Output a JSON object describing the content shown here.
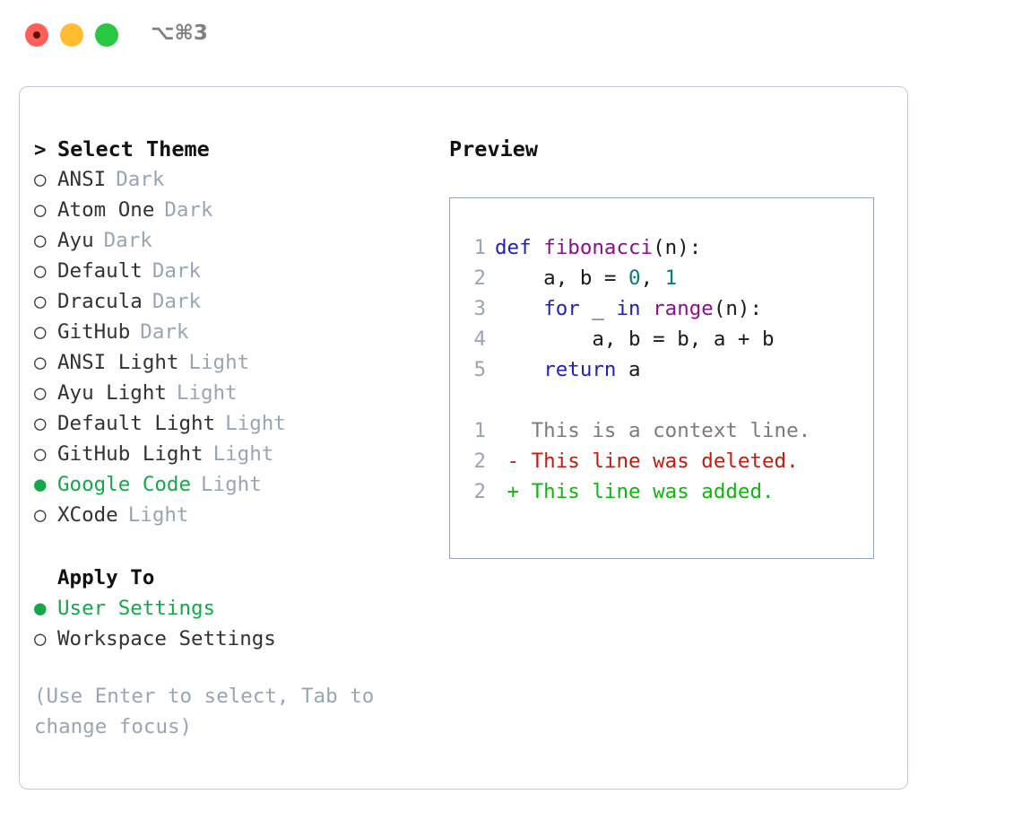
{
  "titlebar": {
    "shortcut": "⌥⌘3",
    "lights": [
      {
        "name": "close",
        "color": "#ff5f57"
      },
      {
        "name": "minimize",
        "color": "#febc2e"
      },
      {
        "name": "maximize",
        "color": "#28c840"
      }
    ]
  },
  "colors": {
    "accent_green": "#14a84a",
    "muted": "#9aa5b4",
    "text": "#323232",
    "border": "#c2c9d4",
    "preview_border": "#9aa5b4",
    "keyword": "#1f1fba",
    "function": "#8b0f8b",
    "number": "#0a7b7b",
    "diff_context": "#7b7b7b",
    "diff_deleted": "#c41a0f",
    "diff_added": "#11b50f"
  },
  "theme_picker": {
    "prompt": ">",
    "title": "Select Theme",
    "items": [
      {
        "marker": "○",
        "label": "ANSI",
        "tag": "Dark",
        "selected": false
      },
      {
        "marker": "○",
        "label": "Atom One",
        "tag": "Dark",
        "selected": false
      },
      {
        "marker": "○",
        "label": "Ayu",
        "tag": "Dark",
        "selected": false
      },
      {
        "marker": "○",
        "label": "Default",
        "tag": "Dark",
        "selected": false
      },
      {
        "marker": "○",
        "label": "Dracula",
        "tag": "Dark",
        "selected": false
      },
      {
        "marker": "○",
        "label": "GitHub",
        "tag": "Dark",
        "selected": false
      },
      {
        "marker": "○",
        "label": "ANSI Light",
        "tag": "Light",
        "selected": false
      },
      {
        "marker": "○",
        "label": "Ayu Light",
        "tag": "Light",
        "selected": false
      },
      {
        "marker": "○",
        "label": "Default Light",
        "tag": "Light",
        "selected": false
      },
      {
        "marker": "○",
        "label": "GitHub Light",
        "tag": "Light",
        "selected": false
      },
      {
        "marker": "●",
        "label": "Google Code",
        "tag": "Light",
        "selected": true
      },
      {
        "marker": "○",
        "label": "XCode",
        "tag": "Light",
        "selected": false
      }
    ]
  },
  "apply_to": {
    "title": "Apply To",
    "items": [
      {
        "marker": "●",
        "label": "User Settings",
        "selected": true
      },
      {
        "marker": "○",
        "label": "Workspace Settings",
        "selected": false
      }
    ]
  },
  "hint": "(Use Enter to select, Tab to\nchange focus)",
  "preview": {
    "title": "Preview",
    "code_lines": [
      {
        "no": "1",
        "tokens": [
          {
            "t": "def",
            "c": "kw"
          },
          {
            "t": " ",
            "c": "pl"
          },
          {
            "t": "fibonacci",
            "c": "fn"
          },
          {
            "t": "(n):",
            "c": "pl"
          }
        ]
      },
      {
        "no": "2",
        "tokens": [
          {
            "t": "    a, b = ",
            "c": "pl"
          },
          {
            "t": "0",
            "c": "num"
          },
          {
            "t": ", ",
            "c": "pl"
          },
          {
            "t": "1",
            "c": "num"
          }
        ]
      },
      {
        "no": "3",
        "tokens": [
          {
            "t": "    ",
            "c": "pl"
          },
          {
            "t": "for",
            "c": "kw"
          },
          {
            "t": " _ ",
            "c": "pl"
          },
          {
            "t": "in",
            "c": "kw"
          },
          {
            "t": " ",
            "c": "pl"
          },
          {
            "t": "range",
            "c": "fn"
          },
          {
            "t": "(n):",
            "c": "pl"
          }
        ]
      },
      {
        "no": "4",
        "tokens": [
          {
            "t": "        a, b = b, a + b",
            "c": "pl"
          }
        ]
      },
      {
        "no": "5",
        "tokens": [
          {
            "t": "    ",
            "c": "pl"
          },
          {
            "t": "return",
            "c": "kw"
          },
          {
            "t": " a",
            "c": "pl"
          }
        ]
      }
    ],
    "diff_lines": [
      {
        "no": "1",
        "sign": " ",
        "text": "This is a context line.",
        "kind": "ctx"
      },
      {
        "no": "2",
        "sign": "-",
        "text": "This line was deleted.",
        "kind": "del"
      },
      {
        "no": "2",
        "sign": "+",
        "text": "This line was added.",
        "kind": "add"
      }
    ]
  }
}
